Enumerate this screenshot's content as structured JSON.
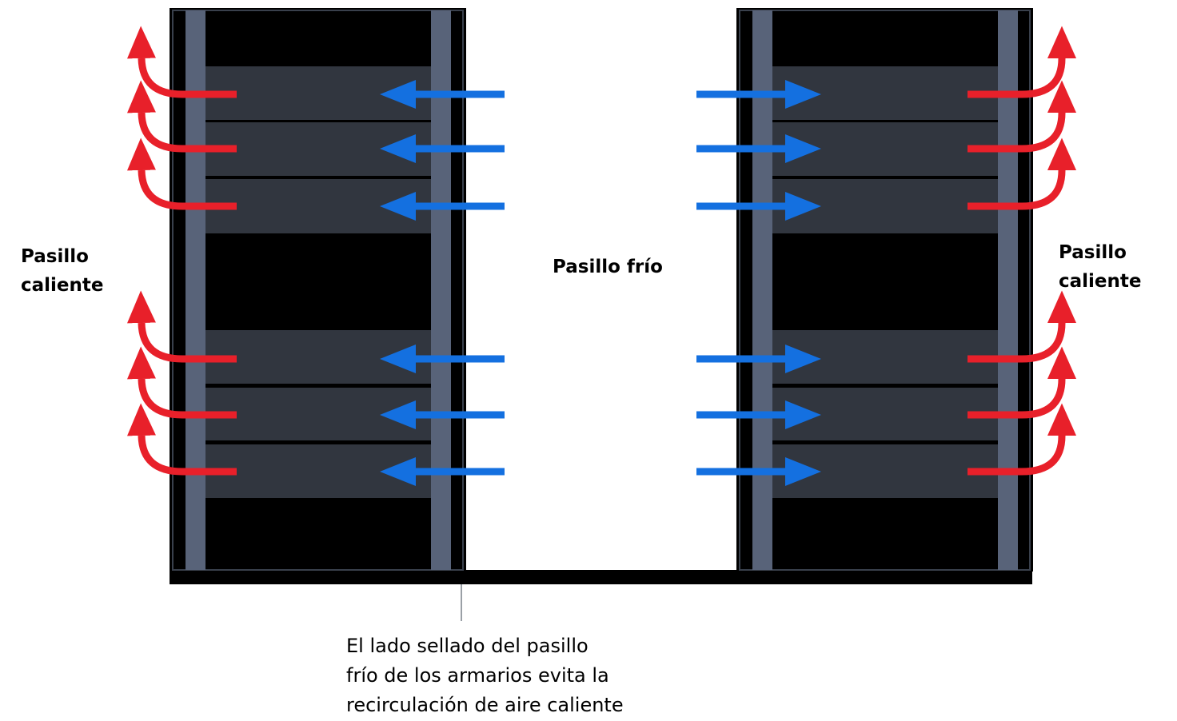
{
  "labels": {
    "hot_aisle_left": [
      "Pasillo",
      "caliente"
    ],
    "cold_aisle": "Pasillo frío",
    "hot_aisle_right": [
      "Pasillo",
      "caliente"
    ]
  },
  "annotation": {
    "lines": [
      "El lado sellado del pasillo",
      "frío de los armarios evita la",
      "recirculación de aire caliente"
    ]
  },
  "colors": {
    "hot_air": "#e8202a",
    "cold_air": "#1470e0",
    "rack_frame": "#000000",
    "rack_rail": "#586379",
    "server": "#31363f",
    "floor": "#000000",
    "leader_line": "#9aa0a6"
  },
  "icons": {
    "hot_flow": "curved-up-arrow",
    "cold_flow": "straight-arrow"
  }
}
